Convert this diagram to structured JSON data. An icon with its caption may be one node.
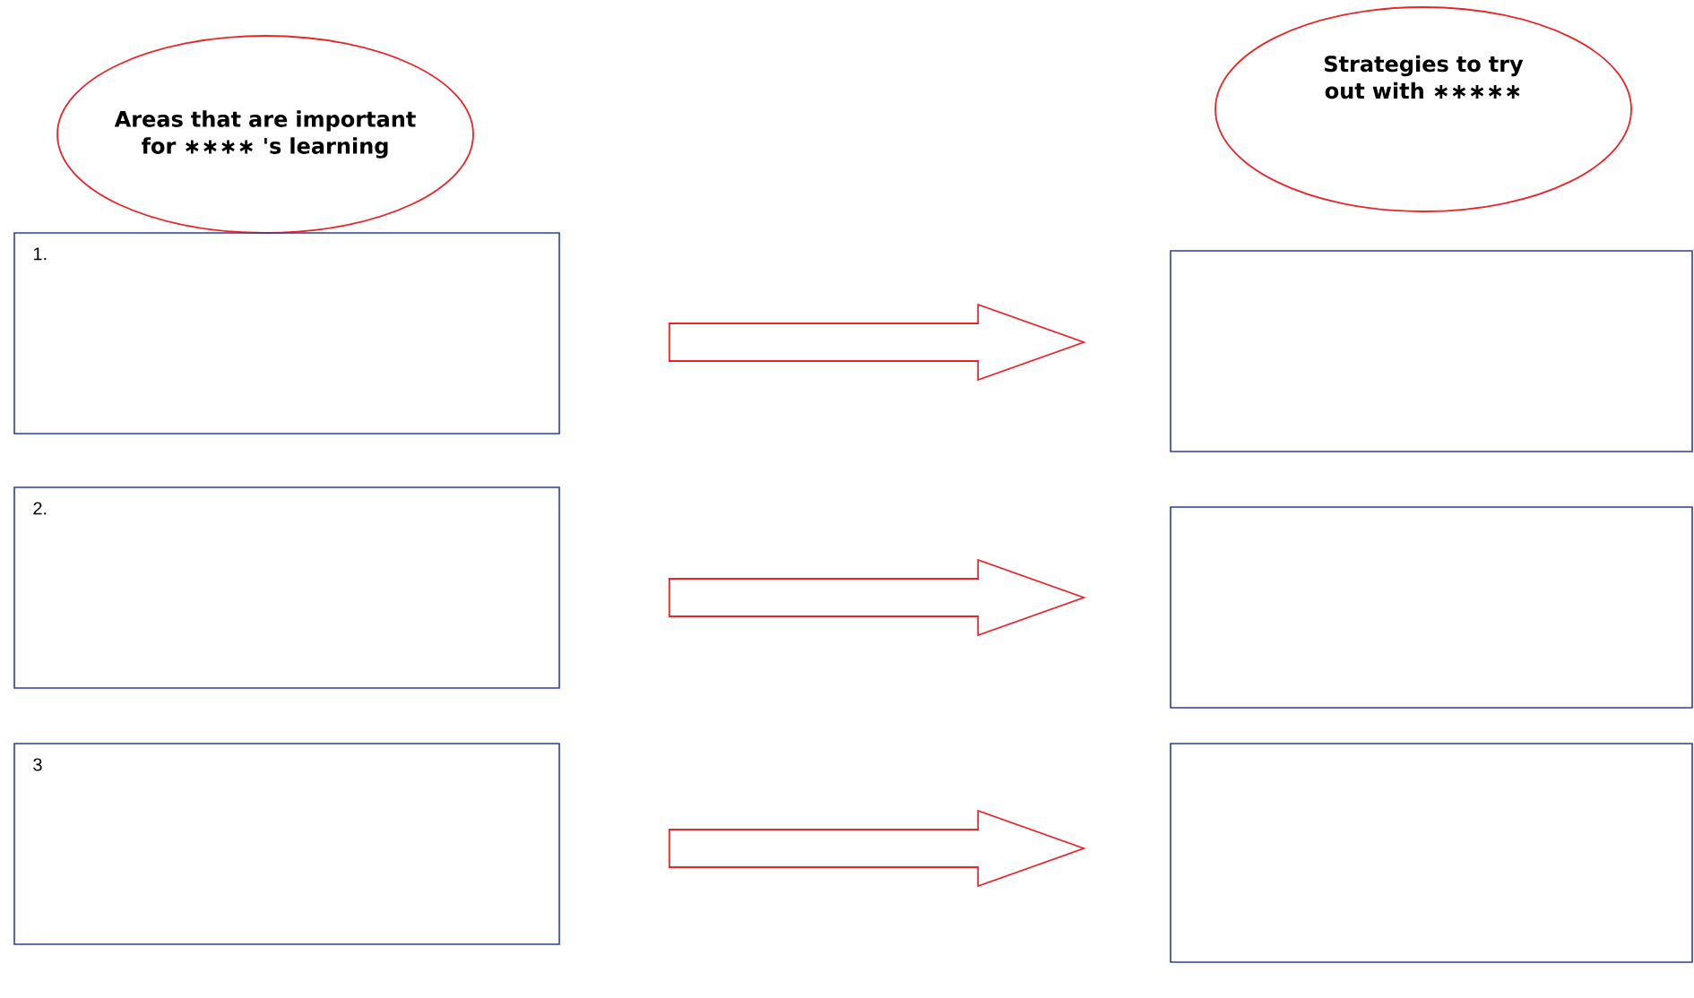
{
  "diagram": {
    "nodes": [
      {
        "text": [
          "Areas that are important for ∗∗∗∗ 's learning"
        ]
      },
      {
        "text": [
          "Strategies to try out with ∗∗∗∗∗"
        ]
      },
      {
        "text": [
          "1."
        ]
      },
      {
        "text": [],
        "shape": "box"
      },
      {
        "text": [
          "2."
        ]
      },
      {
        "text": [],
        "shape": "box"
      },
      {
        "text": [
          "3"
        ]
      },
      {
        "text": [],
        "shape": "box"
      }
    ],
    "edges": [
      {
        "from": 2,
        "to": 3,
        "arrow": "to"
      },
      {
        "from": 4,
        "to": 5,
        "arrow": "to"
      },
      {
        "from": 6,
        "to": 7,
        "arrow": "to"
      }
    ]
  }
}
